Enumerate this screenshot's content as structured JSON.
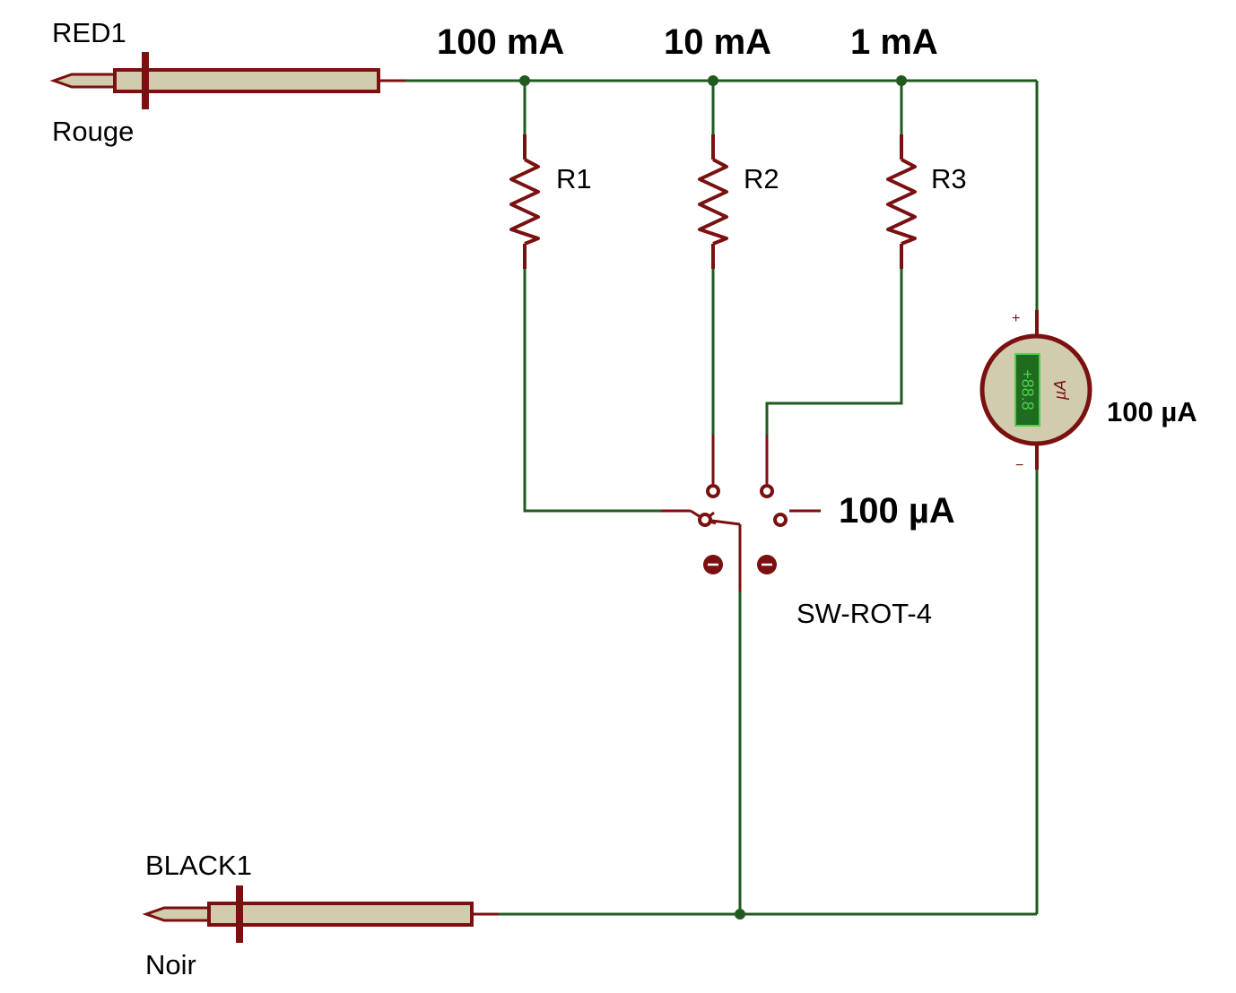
{
  "colors": {
    "wire": "#1f5a1f",
    "component": "#7a1010",
    "probe_body": "#d2ccaf",
    "meter_face": "#d2ccaf",
    "display_bg": "#1f6b1f",
    "display_text": "#4cd24c"
  },
  "probes": {
    "red": {
      "ref": "RED1",
      "value": "Rouge"
    },
    "black": {
      "ref": "BLACK1",
      "value": "Noir"
    }
  },
  "ranges": {
    "r1": "100 mA",
    "r2": "10 mA",
    "r3": "1 mA",
    "direct": "100 µA"
  },
  "resistors": {
    "r1": "R1",
    "r2": "R2",
    "r3": "R3"
  },
  "switch": {
    "label": "SW-ROT-4"
  },
  "meter": {
    "plus": "+",
    "minus": "−",
    "display": "+88.8",
    "unit": "µA",
    "label": "100 µA"
  }
}
